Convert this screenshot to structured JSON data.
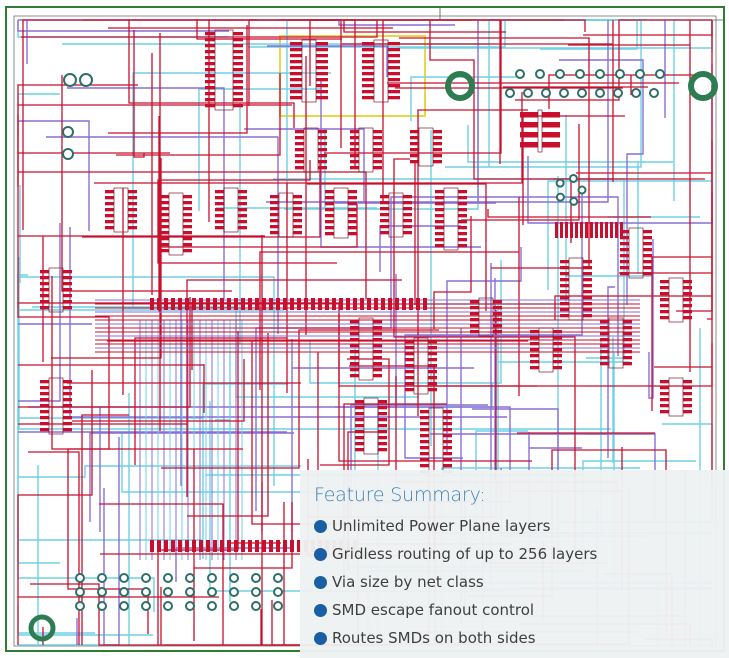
{
  "summary": {
    "title": "Feature Summary:",
    "bullet_color": "#1a5fa3",
    "features": [
      "Unlimited Power Plane layers",
      "Gridless routing of up to 256 layers",
      "Via size by net class",
      "SMD escape fanout control",
      "Routes SMDs on both sides"
    ]
  },
  "board": {
    "trace_colors": [
      "#c8102e",
      "#6fd1e6",
      "#8a6fd6"
    ],
    "outline_color": "#2e7d32",
    "keepout_color": "#e6d84a"
  }
}
